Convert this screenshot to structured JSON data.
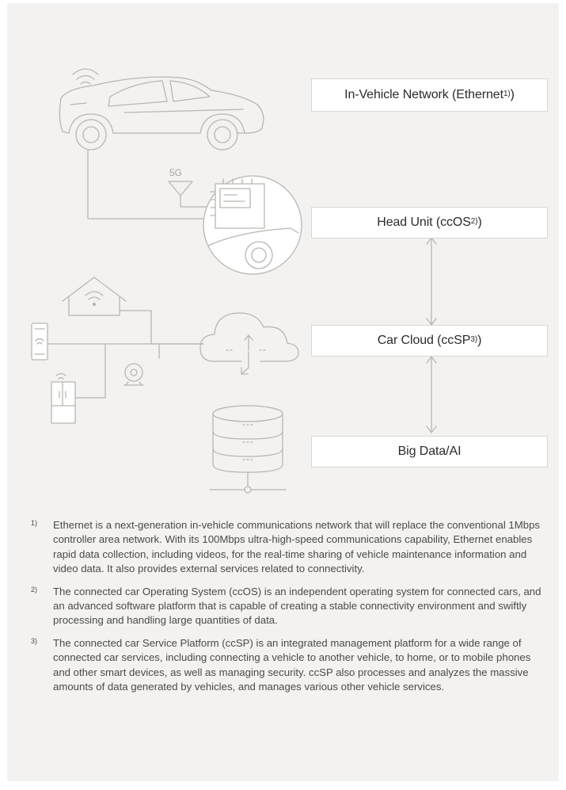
{
  "labels": {
    "in_vehicle": {
      "text": "In-Vehicle Network  (Ethernet",
      "sup": "1)",
      "tail": ")"
    },
    "head_unit": {
      "text": "Head Unit  (ccOS",
      "sup": "2)",
      "tail": ")"
    },
    "car_cloud": {
      "text": "Car Cloud (ccSP",
      "sup": "3)",
      "tail": ")"
    },
    "big_data": {
      "text": "Big Data/AI"
    }
  },
  "chip_label": "5G",
  "icons": [
    "car-icon",
    "wifi-icon",
    "antenna-icon",
    "chip-icon",
    "house-icon",
    "phone-icon",
    "refrigerator-icon",
    "camera-icon",
    "cloud-icon",
    "database-icon"
  ],
  "notes": [
    {
      "marker": "1)",
      "text": "Ethernet is a next-generation in-vehicle communications network that will replace the conventional 1Mbps controller area network. With its 100Mbps ultra-high-speed communications capability, Ethernet enables rapid data collection, including videos, for the real-time sharing of vehicle maintenance information and video data. It also provides external services related to connectivity."
    },
    {
      "marker": "2)",
      "text": "The connected car Operating System (ccOS) is an independent operating system for connected cars, and an advanced software platform that is capable of creating a stable connectivity environment and swiftly processing and handling large quantities of data."
    },
    {
      "marker": "3)",
      "text": "The connected car Service Platform (ccSP) is an integrated management platform for a wide range of connected car services, including connecting a vehicle to another vehicle, to home, or to mobile phones and other smart devices, as well as managing security. ccSP also processes and analyzes the massive amounts of data generated by vehicles, and manages various other vehicle services."
    }
  ],
  "colors": {
    "background": "#f3f2f0",
    "line": "#b9b6b1",
    "box_border": "#d9d7d3"
  }
}
